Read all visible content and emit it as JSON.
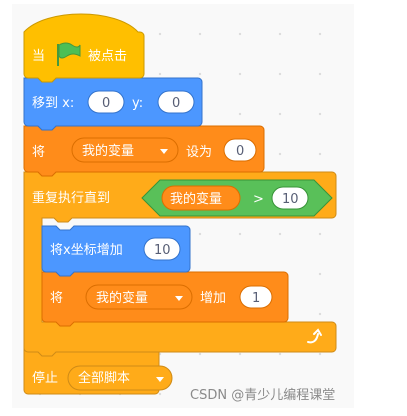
{
  "colors": {
    "events": "#ffbf00",
    "events_dark": "#cc9900",
    "motion": "#4c97ff",
    "motion_dark": "#3373cc",
    "variables": "#ff8c1a",
    "variables_dark": "#db6e00",
    "control": "#ffab19",
    "control_dark": "#cf8b17",
    "operators": "#59c059",
    "operators_dark": "#389438",
    "flag": "#4cbf56",
    "text_input": "#575e75"
  },
  "icons": {
    "flag": "green-flag-icon",
    "dropdown": "triangle-down-icon",
    "loop_arrow": "loop-arrow-icon"
  },
  "script": {
    "hat": {
      "prefix": "当",
      "suffix": "被点击"
    },
    "goto": {
      "label": "移到 x:",
      "x_value": "0",
      "y_label": "y:",
      "y_value": "0"
    },
    "set_var": {
      "label": "将",
      "variable": "我的变量",
      "action": "设为",
      "value": "0"
    },
    "repeat_until": {
      "label": "重复执行直到",
      "condition": {
        "left": "我的变量",
        "operator": ">",
        "right": "10"
      }
    },
    "change_x": {
      "label": "将x坐标增加",
      "value": "10"
    },
    "change_var": {
      "label": "将",
      "variable": "我的变量",
      "action": "增加",
      "value": "1"
    },
    "stop": {
      "label": "停止",
      "option": "全部脚本"
    }
  },
  "watermark": "CSDN @青少儿编程课堂"
}
